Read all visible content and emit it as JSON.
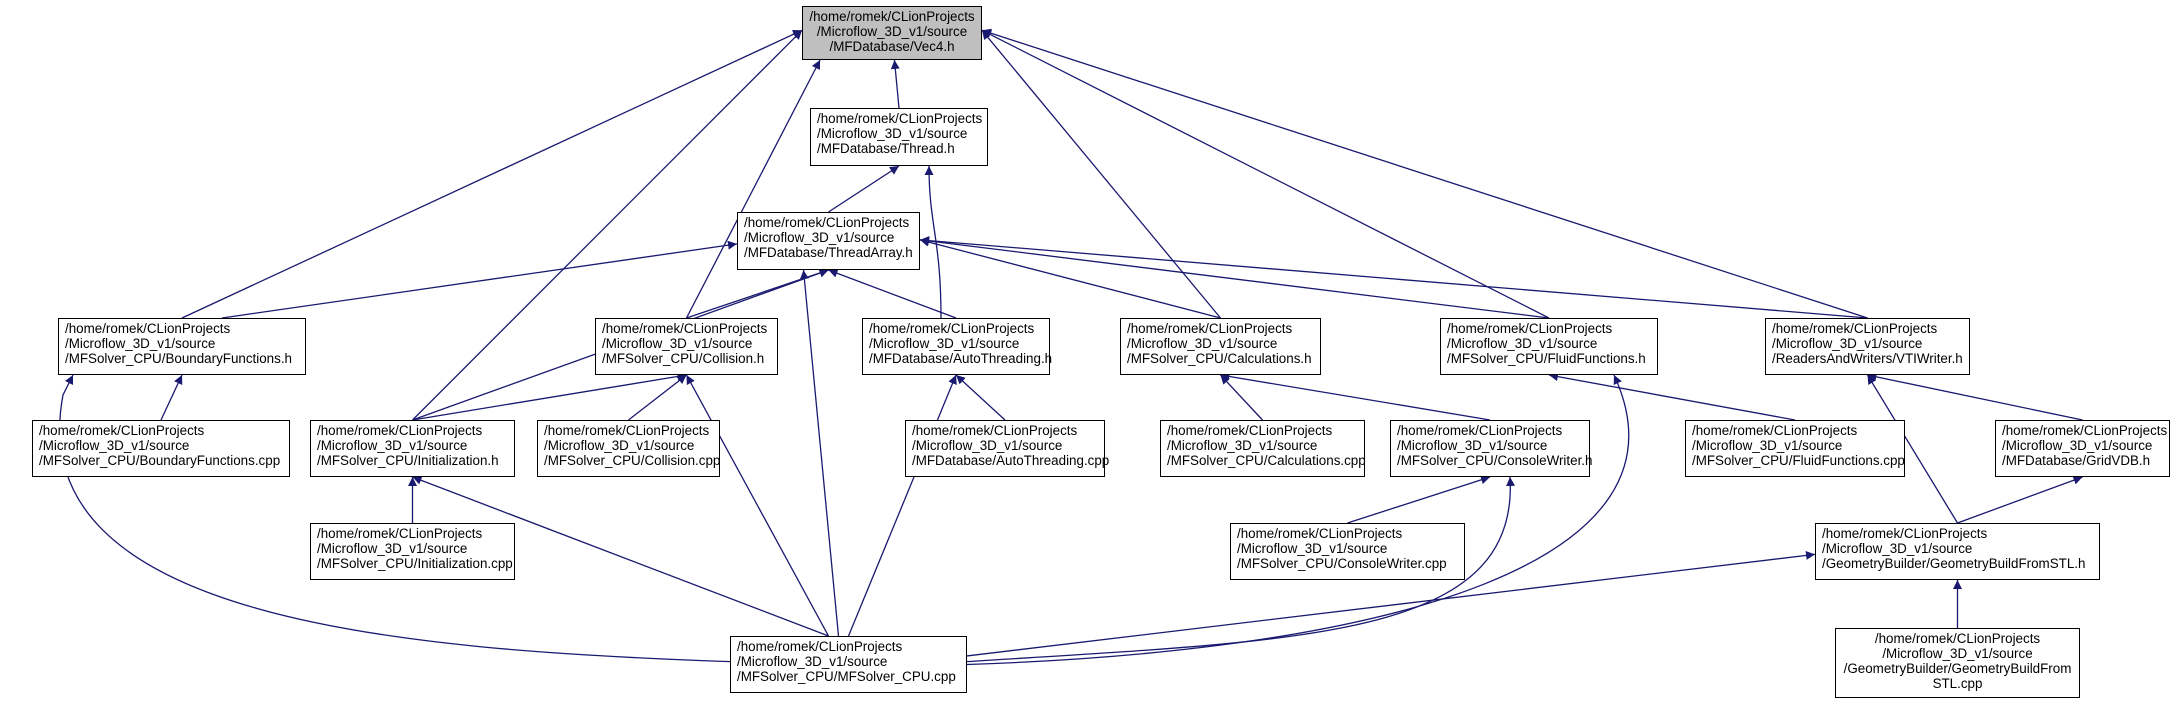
{
  "edge_color": "#191970",
  "root_fill": "#bfbfbf",
  "nodes": [
    {
      "id": "vec4",
      "lines": [
        "/home/romek/CLionProjects",
        "/Microflow_3D_v1/source",
        "/MFDatabase/Vec4.h"
      ]
    },
    {
      "id": "thread",
      "lines": [
        "/home/romek/CLionProjects",
        "/Microflow_3D_v1/source",
        "/MFDatabase/Thread.h"
      ]
    },
    {
      "id": "threadarray",
      "lines": [
        "/home/romek/CLionProjects",
        "/Microflow_3D_v1/source",
        "/MFDatabase/ThreadArray.h"
      ]
    },
    {
      "id": "boundaryh",
      "lines": [
        "/home/romek/CLionProjects",
        "/Microflow_3D_v1/source",
        "/MFSolver_CPU/BoundaryFunctions.h"
      ]
    },
    {
      "id": "collisionh",
      "lines": [
        "/home/romek/CLionProjects",
        "/Microflow_3D_v1/source",
        "/MFSolver_CPU/Collision.h"
      ]
    },
    {
      "id": "autothreadingh",
      "lines": [
        "/home/romek/CLionProjects",
        "/Microflow_3D_v1/source",
        "/MFDatabase/AutoThreading.h"
      ]
    },
    {
      "id": "calculationsh",
      "lines": [
        "/home/romek/CLionProjects",
        "/Microflow_3D_v1/source",
        "/MFSolver_CPU/Calculations.h"
      ]
    },
    {
      "id": "fluidh",
      "lines": [
        "/home/romek/CLionProjects",
        "/Microflow_3D_v1/source",
        "/MFSolver_CPU/FluidFunctions.h"
      ]
    },
    {
      "id": "vtiwriterh",
      "lines": [
        "/home/romek/CLionProjects",
        "/Microflow_3D_v1/source",
        "/ReadersAndWriters/VTIWriter.h"
      ]
    },
    {
      "id": "boundarycpp",
      "lines": [
        "/home/romek/CLionProjects",
        "/Microflow_3D_v1/source",
        "/MFSolver_CPU/BoundaryFunctions.cpp"
      ]
    },
    {
      "id": "initializationh",
      "lines": [
        "/home/romek/CLionProjects",
        "/Microflow_3D_v1/source",
        "/MFSolver_CPU/Initialization.h"
      ]
    },
    {
      "id": "collisioncpp",
      "lines": [
        "/home/romek/CLionProjects",
        "/Microflow_3D_v1/source",
        "/MFSolver_CPU/Collision.cpp"
      ]
    },
    {
      "id": "autothreadingcpp",
      "lines": [
        "/home/romek/CLionProjects",
        "/Microflow_3D_v1/source",
        "/MFDatabase/AutoThreading.cpp"
      ]
    },
    {
      "id": "calculationscpp",
      "lines": [
        "/home/romek/CLionProjects",
        "/Microflow_3D_v1/source",
        "/MFSolver_CPU/Calculations.cpp"
      ]
    },
    {
      "id": "consolewriterh",
      "lines": [
        "/home/romek/CLionProjects",
        "/Microflow_3D_v1/source",
        "/MFSolver_CPU/ConsoleWriter.h"
      ]
    },
    {
      "id": "fluidcpp",
      "lines": [
        "/home/romek/CLionProjects",
        "/Microflow_3D_v1/source",
        "/MFSolver_CPU/FluidFunctions.cpp"
      ]
    },
    {
      "id": "gridvdbh",
      "lines": [
        "/home/romek/CLionProjects",
        "/Microflow_3D_v1/source",
        "/MFDatabase/GridVDB.h"
      ]
    },
    {
      "id": "initializationcpp",
      "lines": [
        "/home/romek/CLionProjects",
        "/Microflow_3D_v1/source",
        "/MFSolver_CPU/Initialization.cpp"
      ]
    },
    {
      "id": "consolewritercpp",
      "lines": [
        "/home/romek/CLionProjects",
        "/Microflow_3D_v1/source",
        "/MFSolver_CPU/ConsoleWriter.cpp"
      ]
    },
    {
      "id": "geometryh",
      "lines": [
        "/home/romek/CLionProjects",
        "/Microflow_3D_v1/source",
        "/GeometryBuilder/GeometryBuildFromSTL.h"
      ]
    },
    {
      "id": "mfsolvercpp",
      "lines": [
        "/home/romek/CLionProjects",
        "/Microflow_3D_v1/source",
        "/MFSolver_CPU/MFSolver_CPU.cpp"
      ]
    },
    {
      "id": "geometrycpp",
      "lines": [
        "/home/romek/CLionProjects",
        "/Microflow_3D_v1/source",
        "/GeometryBuilder/GeometryBuildFrom",
        "STL.cpp"
      ]
    }
  ],
  "edges": [
    {
      "from": "thread",
      "to": "vec4"
    },
    {
      "from": "boundaryh",
      "to": "vec4"
    },
    {
      "from": "initializationh",
      "to": "vec4"
    },
    {
      "from": "collisionh",
      "to": "vec4"
    },
    {
      "from": "calculationsh",
      "to": "vec4"
    },
    {
      "from": "fluidh",
      "to": "vec4"
    },
    {
      "from": "vtiwriterh",
      "to": "vec4"
    },
    {
      "from": "threadarray",
      "to": "thread"
    },
    {
      "from": "autothreadingh",
      "to": "thread"
    },
    {
      "from": "boundaryh",
      "to": "threadarray"
    },
    {
      "from": "initializationh",
      "to": "threadarray"
    },
    {
      "from": "collisionh",
      "to": "threadarray"
    },
    {
      "from": "mfsolvercpp",
      "to": "threadarray"
    },
    {
      "from": "autothreadingh",
      "to": "threadarray"
    },
    {
      "from": "calculationsh",
      "to": "threadarray"
    },
    {
      "from": "fluidh",
      "to": "threadarray"
    },
    {
      "from": "vtiwriterh",
      "to": "threadarray"
    },
    {
      "from": "boundarycpp",
      "to": "boundaryh"
    },
    {
      "from": "mfsolvercpp",
      "to": "boundaryh"
    },
    {
      "from": "initializationh",
      "to": "collisionh"
    },
    {
      "from": "collisioncpp",
      "to": "collisionh"
    },
    {
      "from": "mfsolvercpp",
      "to": "collisionh"
    },
    {
      "from": "initializationcpp",
      "to": "initializationh"
    },
    {
      "from": "mfsolvercpp",
      "to": "initializationh"
    },
    {
      "from": "autothreadingcpp",
      "to": "autothreadingh"
    },
    {
      "from": "mfsolvercpp",
      "to": "autothreadingh"
    },
    {
      "from": "calculationscpp",
      "to": "calculationsh"
    },
    {
      "from": "consolewriterh",
      "to": "calculationsh"
    },
    {
      "from": "consolewritercpp",
      "to": "consolewriterh"
    },
    {
      "from": "mfsolvercpp",
      "to": "consolewriterh"
    },
    {
      "from": "fluidcpp",
      "to": "fluidh"
    },
    {
      "from": "mfsolvercpp",
      "to": "fluidh"
    },
    {
      "from": "geometryh",
      "to": "vtiwriterh"
    },
    {
      "from": "gridvdbh",
      "to": "vtiwriterh"
    },
    {
      "from": "geometryh",
      "to": "gridvdbh"
    },
    {
      "from": "geometrycpp",
      "to": "geometryh"
    },
    {
      "from": "mfsolvercpp",
      "to": "geometryh"
    }
  ]
}
